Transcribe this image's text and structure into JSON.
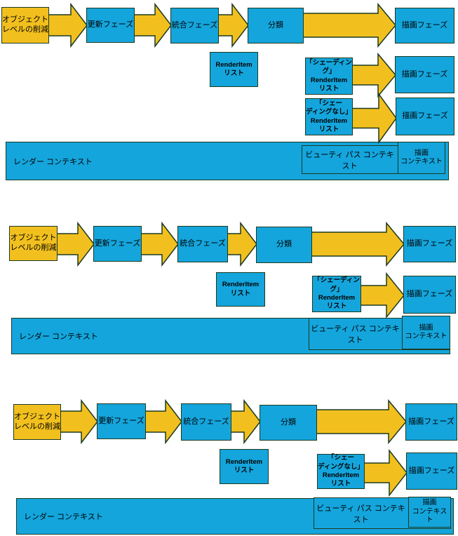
{
  "colors": {
    "node_yellow": "#f2c01e",
    "node_blue": "#14a5dc",
    "outline": "#1c3a21",
    "text": "#000000"
  },
  "diagrams": [
    {
      "object_reduction": "オブジェクト\nレベルの削減",
      "update_phase": "更新フェーズ",
      "merge_phase": "統合フェーズ",
      "classify": "分類",
      "draw_phase_1": "描画フェーズ",
      "renderitem_list": "RenderItem\nリスト",
      "shading_list": "「シェーディング」\nRenderItem\nリスト",
      "draw_phase_2": "描画フェーズ",
      "no_shading_list": "「シェー\nディングなし」\nRenderItem\nリスト",
      "draw_phase_3": "描画フェーズ",
      "render_context": "レンダー コンテキスト",
      "beauty_pass_context": "ビューティ パス コンテキスト",
      "draw_context": "描画\nコンテキスト"
    },
    {
      "object_reduction": "オブジェクト\nレベルの削減",
      "update_phase": "更新フェーズ",
      "merge_phase": "統合フェーズ",
      "classify": "分類",
      "draw_phase_1": "描画フェーズ",
      "renderitem_list": "RenderItem\nリスト",
      "shading_list": "「シェーディング」\nRenderItem\nリスト",
      "draw_phase_2": "描画フェーズ",
      "render_context": "レンダー コンテキスト",
      "beauty_pass_context": "ビューティ パス コンテキスト",
      "draw_context": "描画\nコンテキスト"
    },
    {
      "object_reduction": "オブジェクト\nレベルの削減",
      "update_phase": "更新フェーズ",
      "merge_phase": "統合フェーズ",
      "classify": "分類",
      "draw_phase_1": "描画フェーズ",
      "renderitem_list": "RenderItem\nリスト",
      "no_shading_list": "「シェー\nディングなし」\nRenderItem\nリスト",
      "draw_phase_2": "描画フェーズ",
      "render_context": "レンダー コンテキスト",
      "beauty_pass_context": "ビューティ パス コンテキスト",
      "draw_context": "描画\nコンテキスト"
    }
  ]
}
